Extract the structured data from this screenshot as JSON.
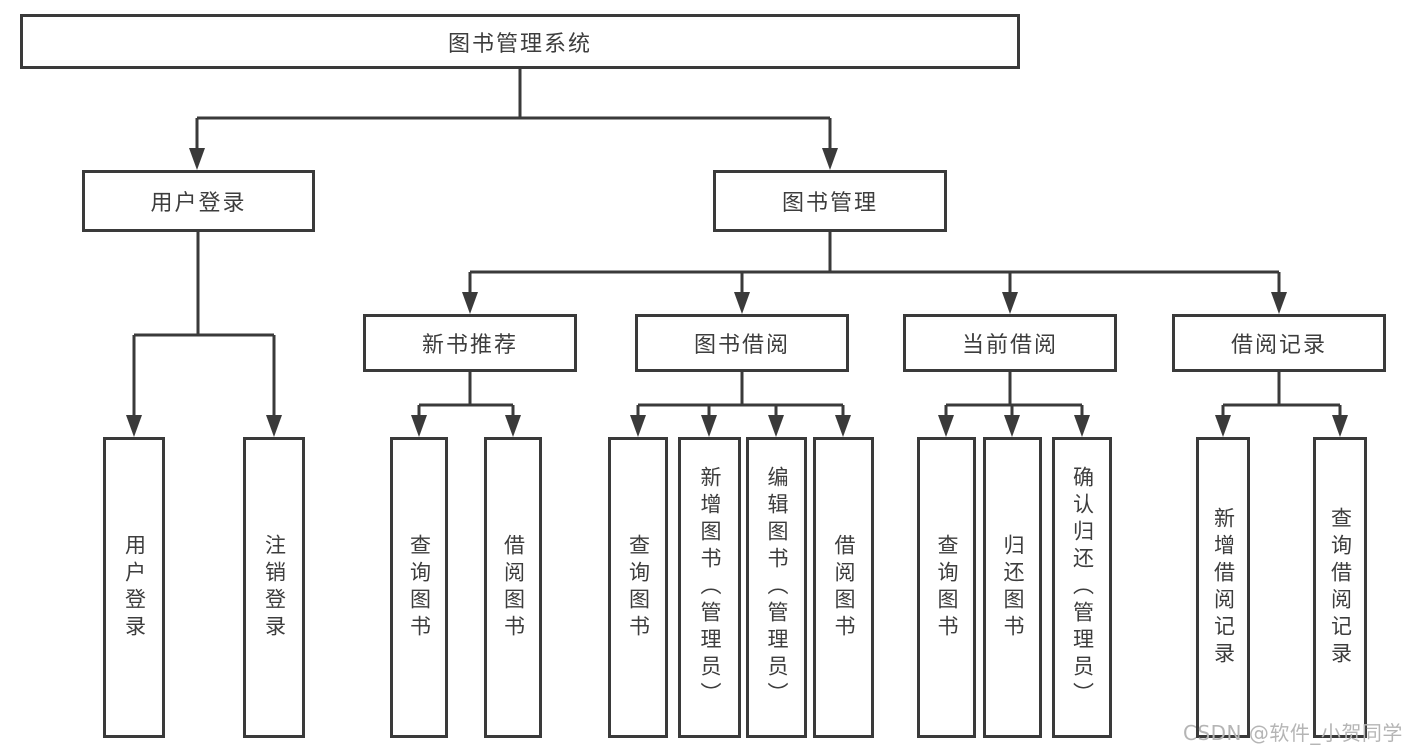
{
  "tree": {
    "root": {
      "label": "图书管理系统",
      "children": [
        {
          "label": "用户登录",
          "children": [
            {
              "label": "用户登录"
            },
            {
              "label": "注销登录"
            }
          ]
        },
        {
          "label": "图书管理",
          "children": [
            {
              "label": "新书推荐",
              "children": [
                {
                  "label": "查询图书"
                },
                {
                  "label": "借阅图书"
                }
              ]
            },
            {
              "label": "图书借阅",
              "children": [
                {
                  "label": "查询图书"
                },
                {
                  "label": "新增图书（管理员）"
                },
                {
                  "label": "编辑图书（管理员）"
                },
                {
                  "label": "借阅图书"
                }
              ]
            },
            {
              "label": "当前借阅",
              "children": [
                {
                  "label": "查询图书"
                },
                {
                  "label": "归还图书"
                },
                {
                  "label": "确认归还（管理员）"
                }
              ]
            },
            {
              "label": "借阅记录",
              "children": [
                {
                  "label": "新增借阅记录"
                },
                {
                  "label": "查询借阅记录"
                }
              ]
            }
          ]
        }
      ]
    }
  },
  "watermark": "CSDN @软件_小贺同学",
  "colors": {
    "line": "#3a3a3a",
    "text": "#3d3d3d",
    "watermark": "#b5b5b5",
    "background": "#ffffff"
  }
}
